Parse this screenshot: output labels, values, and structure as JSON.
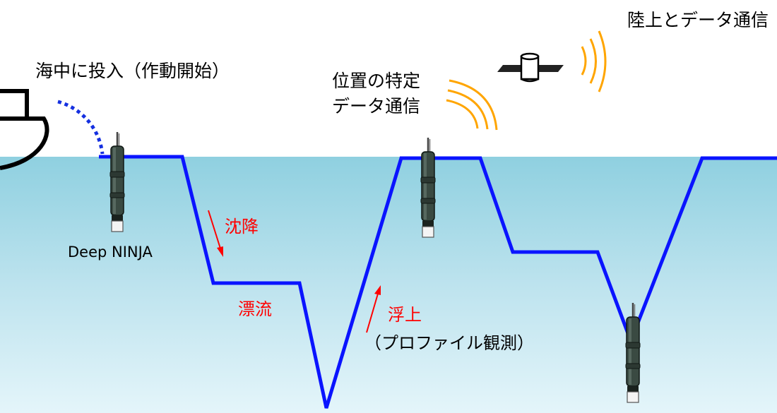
{
  "labels": {
    "deploy": "海中に投入（作動開始）",
    "float_name": "Deep NINJA",
    "sink": "沈降",
    "drift": "漂流",
    "ascend": "浮上",
    "profile": "（プロファイル観測）",
    "position_line1": "位置の特定",
    "position_line2": "データ通信",
    "land_comm": "陸上とデータ通信"
  },
  "colors": {
    "sea_top": "#8fd0e0",
    "sea_bottom": "#e4f5fa",
    "trajectory": "#0a14ff",
    "rope": "#1530e0",
    "phase_text": "#ff0000",
    "signal_waves": "#ffa500",
    "float_body": "#3a4a42"
  },
  "icons": {
    "ship": "ship-icon",
    "satellite": "satellite-icon",
    "float": "float-instrument-icon",
    "signal": "signal-waves-icon",
    "arrow": "arrow-icon"
  }
}
